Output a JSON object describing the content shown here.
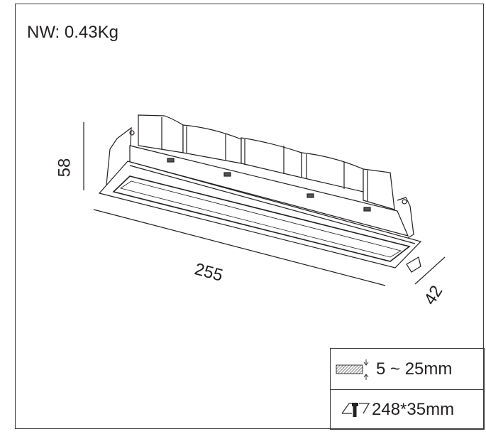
{
  "weight_label": "NW: 0.43Kg",
  "dimensions": {
    "height": "58",
    "length": "255",
    "width": "42"
  },
  "specs": {
    "ceiling_thickness": "5 ~ 25mm",
    "cutout_size": "248*35mm"
  },
  "icons": {
    "ceiling_thickness": "hatched-panel-thickness-icon",
    "cutout": "ceiling-cutout-icon"
  }
}
